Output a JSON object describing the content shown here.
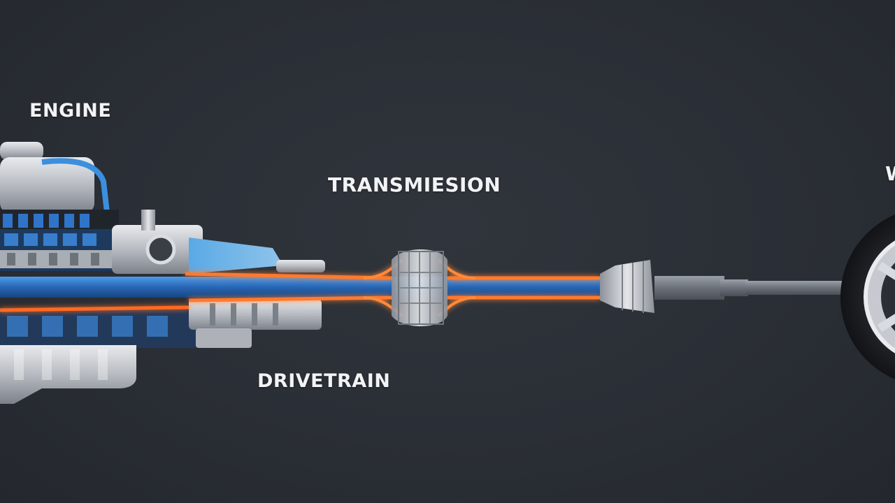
{
  "labels": {
    "engine": "ENGINE",
    "transmission": "TRANSMIESION",
    "drivetrain": "DRIVETRAIN",
    "wheel": "W"
  },
  "colors": {
    "background": "#2a2e35",
    "power_flow": "#ff7a2e",
    "shaft_blue": "#2f74c9",
    "metal": "#c9ccd1"
  },
  "icons": {
    "engine": "engine-block-icon",
    "transmission": "universal-joint-icon",
    "wheel": "wheel-icon"
  }
}
